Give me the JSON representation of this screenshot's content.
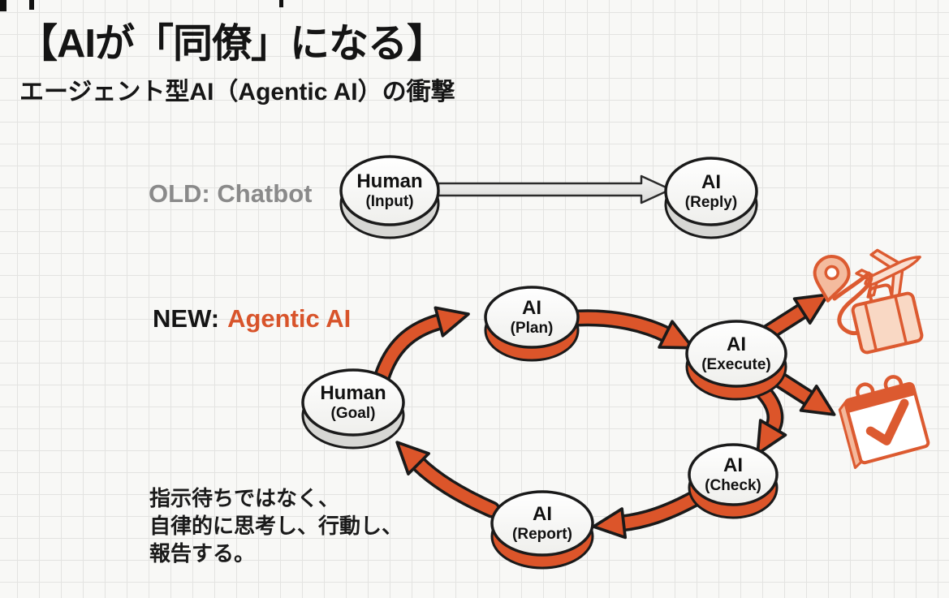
{
  "header": {
    "title": "【AIが「同僚」になる】",
    "subtitle": "エージェント型AI（Agentic AI）の衝撃"
  },
  "old_section": {
    "label": "OLD: Chatbot",
    "nodes": {
      "input": {
        "line1": "Human",
        "line2": "(Input)"
      },
      "reply": {
        "line1": "AI",
        "line2": "(Reply)"
      }
    }
  },
  "new_section": {
    "label_prefix": "NEW:",
    "label_accent": "Agentic AI",
    "nodes": {
      "goal": {
        "line1": "Human",
        "line2": "(Goal)"
      },
      "plan": {
        "line1": "AI",
        "line2": "(Plan)"
      },
      "execute": {
        "line1": "AI",
        "line2": "(Execute)"
      },
      "check": {
        "line1": "AI",
        "line2": "(Check)"
      },
      "report": {
        "line1": "AI",
        "line2": "(Report)"
      }
    },
    "note": {
      "line1": "指示待ちではなく、",
      "line2": "自律的に思考し、行動し、",
      "line3": "報告する。"
    },
    "icons": {
      "travel": "travel-plan-icon",
      "calendar": "calendar-check-icon"
    }
  },
  "colors": {
    "accent_orange": "#d8542b",
    "icon_orange": "#dc5a30",
    "old_gray_text": "#8a8a8a",
    "node_outline": "#1a1a1a",
    "node_shadow_gray": "#d7d7d4",
    "grid_line": "#e3e3e1",
    "background": "#f8f8f6"
  }
}
